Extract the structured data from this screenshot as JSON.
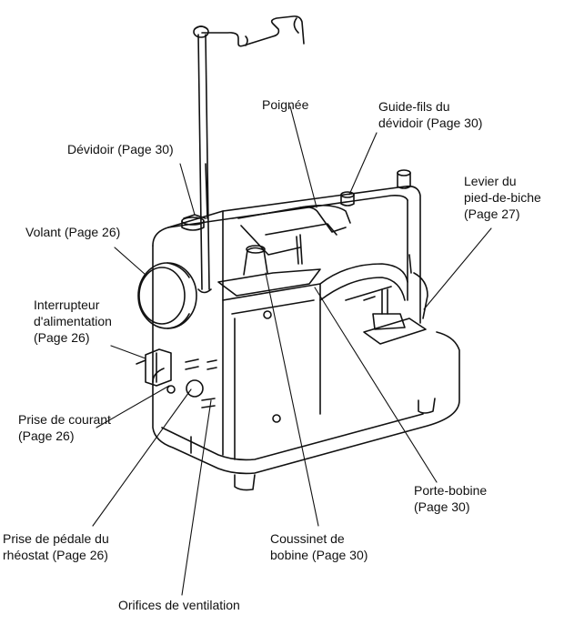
{
  "labels": {
    "devidoir": "Dévidoir (Page 30)",
    "poignee": "Poignée",
    "guide_fils": "Guide-fils du\ndévidoir (Page 30)",
    "levier": "Levier du\npied-de-biche\n(Page 27)",
    "volant": "Volant (Page 26)",
    "interrupteur": "Interrupteur\nd'alimentation\n(Page 26)",
    "prise_courant": "Prise de courant\n(Page 26)",
    "porte_bobine": "Porte-bobine\n(Page 30)",
    "prise_pedale": "Prise de pédale du\nrhéostat (Page 26)",
    "coussinet": "Coussinet de\nbobine (Page 30)",
    "orifices": "Orifices de ventilation"
  },
  "colors": {
    "ink": "#111111",
    "background": "#ffffff"
  }
}
